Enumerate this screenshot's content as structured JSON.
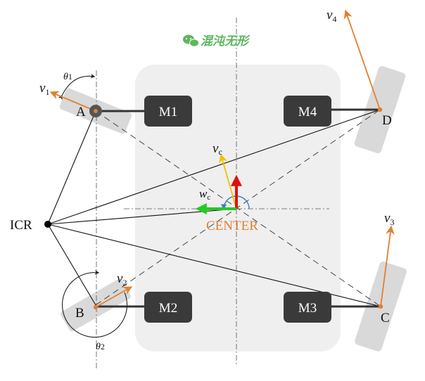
{
  "watermark": {
    "text": "混沌无形",
    "icon": "wechat-icon",
    "color": "#5cb85c"
  },
  "points": {
    "icr": "ICR",
    "a": "A",
    "b": "B",
    "c": "C",
    "d": "D",
    "center": "CENTER"
  },
  "motors": {
    "m1": "M1",
    "m2": "M2",
    "m3": "M3",
    "m4": "M4"
  },
  "vectors": {
    "v1": {
      "base": "v",
      "sub": "1"
    },
    "v2": {
      "base": "v",
      "sub": "2"
    },
    "v3": {
      "base": "v",
      "sub": "3"
    },
    "v4": {
      "base": "v",
      "sub": "4"
    },
    "vc": {
      "base": "v",
      "sub": "c"
    },
    "wc": {
      "base": "w",
      "sub": "c"
    }
  },
  "angles": {
    "theta1": {
      "base": "θ",
      "sub": "1"
    },
    "theta2": {
      "base": "θ",
      "sub": "2"
    }
  },
  "colors": {
    "wheel_velocity": "#e08030",
    "center_velocity": "#f2c200",
    "forward_arrow": "#e01010",
    "left_arrow": "#22cc22",
    "rotation_arc": "#3a7fc4",
    "center_label": "#e08030",
    "motor_fill": "#3a3a3a",
    "chassis_fill": "#efefef",
    "wheel_fill": "#d9d9d9"
  }
}
